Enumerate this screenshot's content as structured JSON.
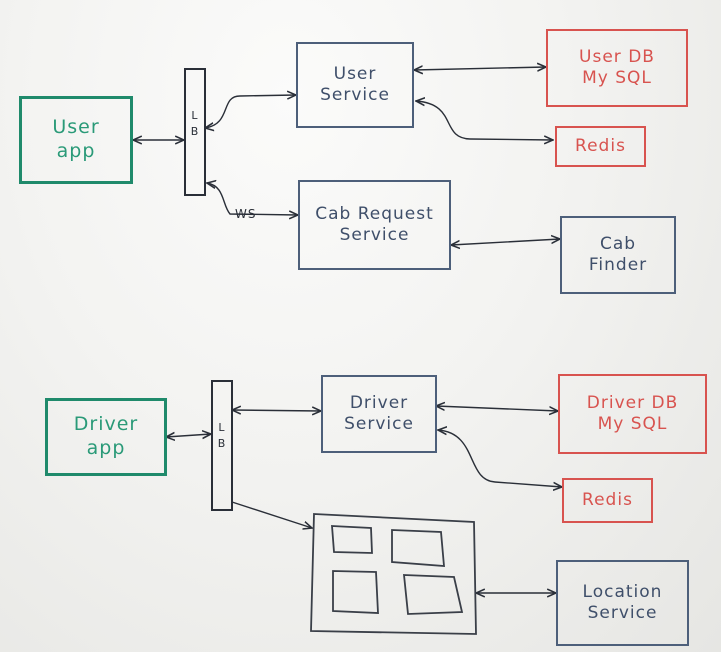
{
  "top": {
    "user_app": [
      "User",
      "app"
    ],
    "lb": [
      "L",
      "B"
    ],
    "user_service": [
      "User",
      "Service"
    ],
    "user_db": [
      "User DB",
      "My SQL"
    ],
    "redis": "Redis",
    "ws_label": "WS",
    "cab_request_service": [
      "Cab Request",
      "Service"
    ],
    "cab_finder": [
      "Cab",
      "Finder"
    ]
  },
  "bottom": {
    "driver_app": [
      "Driver",
      "app"
    ],
    "lb": [
      "L",
      "B"
    ],
    "driver_service": [
      "Driver",
      "Service"
    ],
    "driver_db": [
      "Driver DB",
      "My SQL"
    ],
    "redis": "Redis",
    "location_service": [
      "Location",
      "Service"
    ]
  },
  "colors": {
    "apps": "#1f8a6b",
    "services": "#4d5f7a",
    "datastores": "#d8534f",
    "lines": "#2a2f38"
  }
}
